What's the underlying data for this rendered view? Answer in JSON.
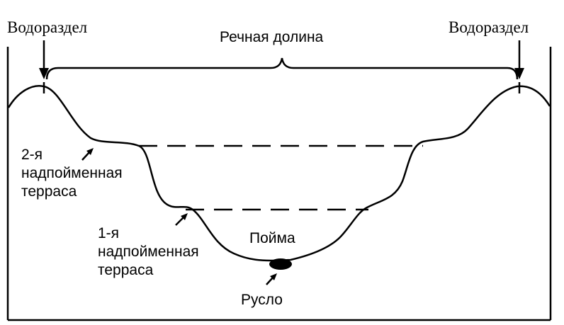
{
  "labels": {
    "watershed_left": "Водораздел",
    "watershed_right": "Водораздел",
    "river_valley": "Речная долина",
    "terrace_2": [
      "2-я",
      "надпойменная",
      "терраса"
    ],
    "terrace_1": [
      "1-я",
      "надпойменная",
      "терраса"
    ],
    "floodplain": "Пойма",
    "channel": "Русло"
  },
  "colors": {
    "ink": "#000000",
    "background": "#ffffff"
  }
}
